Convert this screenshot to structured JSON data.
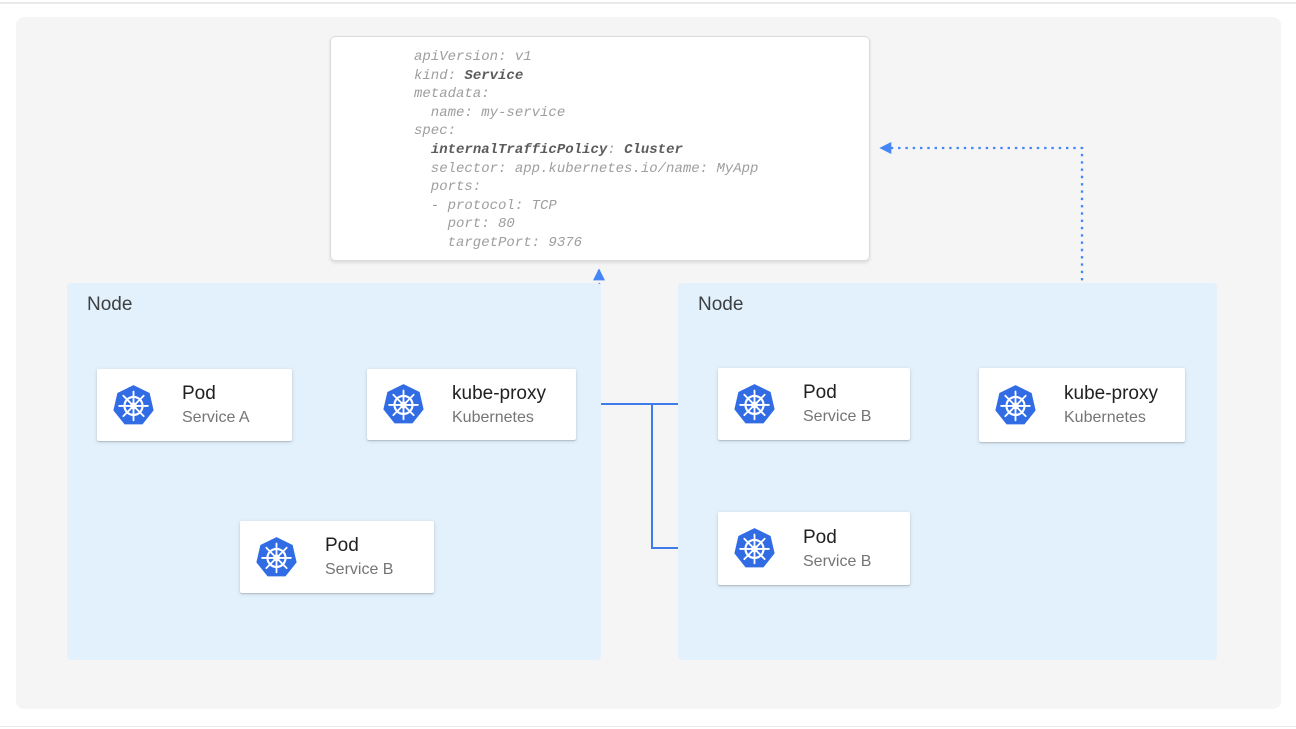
{
  "colors": {
    "panel_bg": "#f5f5f6",
    "node_bg": "#e3f1fd",
    "divider": "#e8eaec",
    "card_border": "#d9dbde",
    "arrow_blue": "#3d7ce9",
    "dotted_blue": "#4486f5",
    "k8s_blue": "#326ce5",
    "code_text": "#9e9e9e",
    "code_bold_text": "#5c5c5c",
    "title_text": "#212121",
    "subtitle_text": "#757575",
    "node_label": "#3c4043"
  },
  "service_manifest": {
    "lines": [
      [
        {
          "text": "apiVersion: v1",
          "bold": false
        }
      ],
      [
        {
          "text": "kind: ",
          "bold": false
        },
        {
          "text": "Service",
          "bold": true
        }
      ],
      [
        {
          "text": "metadata:",
          "bold": false
        }
      ],
      [
        {
          "text": "  name: my-service",
          "bold": false
        }
      ],
      [
        {
          "text": "spec:",
          "bold": false
        }
      ],
      [
        {
          "text": "  ",
          "bold": false
        },
        {
          "text": "internalTrafficPolicy",
          "bold": true
        },
        {
          "text": ": ",
          "bold": false
        },
        {
          "text": "Cluster",
          "bold": true
        }
      ],
      [
        {
          "text": "  selector: app.kubernetes.io/name: MyApp",
          "bold": false
        }
      ],
      [
        {
          "text": "  ports:",
          "bold": false
        }
      ],
      [
        {
          "text": "  - protocol: TCP",
          "bold": false
        }
      ],
      [
        {
          "text": "    port: 80",
          "bold": false
        }
      ],
      [
        {
          "text": "    targetPort: 9376",
          "bold": false
        }
      ]
    ]
  },
  "nodes": [
    {
      "label": "Node",
      "cards": [
        {
          "icon": "kubernetes-logo",
          "title": "Pod",
          "subtitle": "Service A"
        },
        {
          "icon": "kubernetes-logo",
          "title": "kube-proxy",
          "subtitle": "Kubernetes"
        },
        {
          "icon": "kubernetes-logo",
          "title": "Pod",
          "subtitle": "Service B"
        }
      ]
    },
    {
      "label": "Node",
      "cards": [
        {
          "icon": "kubernetes-logo",
          "title": "Pod",
          "subtitle": "Service B"
        },
        {
          "icon": "kubernetes-logo",
          "title": "kube-proxy",
          "subtitle": "Kubernetes"
        },
        {
          "icon": "kubernetes-logo",
          "title": "Pod",
          "subtitle": "Service B"
        }
      ]
    }
  ]
}
